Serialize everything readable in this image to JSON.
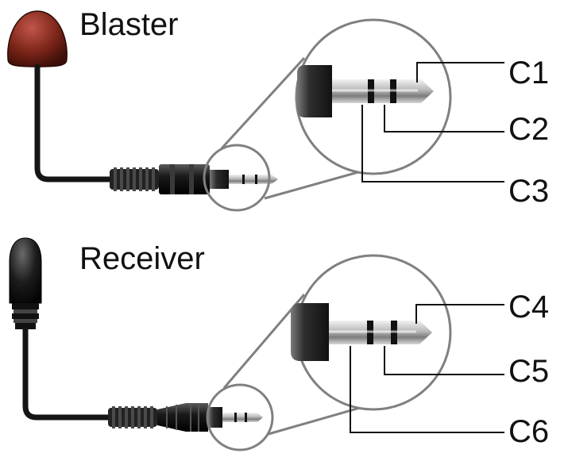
{
  "sections": [
    {
      "title": "Blaster",
      "device": "ir-blaster",
      "contacts": [
        "C1",
        "C2",
        "C3"
      ],
      "colors": {
        "head": "#7a2418",
        "head_highlight": "#c2554a"
      }
    },
    {
      "title": "Receiver",
      "device": "ir-receiver",
      "contacts": [
        "C4",
        "C5",
        "C6"
      ],
      "colors": {
        "head": "#1c1c1c",
        "head_highlight": "#6a6a6a"
      }
    }
  ],
  "colors": {
    "cable": "#151515",
    "magnifier": "#808080",
    "plug_body": "#1a1a1a",
    "metal": "#bdbdbd",
    "leader_line": "#111111"
  }
}
